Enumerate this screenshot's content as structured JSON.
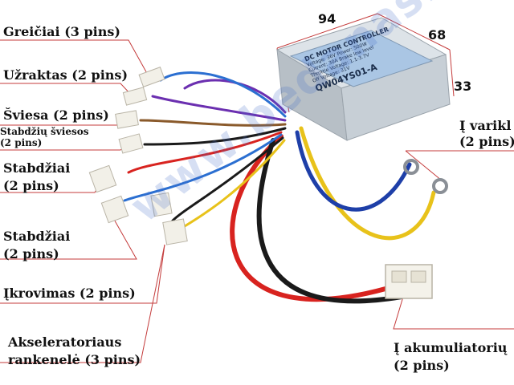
{
  "labels": {
    "speed": "Greičiai (3 pins)",
    "lock": "Užraktas (2 pins)",
    "light": "Šviesa (2 pins)",
    "brake_light_1": "Stabdžių šviesos",
    "brake_light_2": "(2 pins)",
    "brake1_1": "Stabdžiai",
    "brake1_2": "(2 pins)",
    "brake2_1": "Stabdžiai",
    "brake2_2": "(2 pins)",
    "charging": "Įkrovimas (2 pins)",
    "throttle_1": "Akseleratoriaus",
    "throttle_2": "rankenelė (3 pins)",
    "motor_1": "Į varikl",
    "motor_2": "(2 pins)",
    "battery_1": "Į akumuliatorių",
    "battery_2": "(2 pins)"
  },
  "dimensions": {
    "length": "94",
    "width": "68",
    "height": "33"
  },
  "controller": {
    "title": "DC MOTOR CONTROLLER",
    "line1": "Voltage: 36V    Power: 500W",
    "line2": "Current: 30A    Brake low level",
    "line3": "Throttle Voltage: 1.1-3.7V",
    "line4": "Off Voltage: 31V",
    "model": "QW04YS01-A"
  },
  "watermark": "www.bedanas.lt",
  "colors": {
    "red": "#d8231f",
    "yellow": "#e8c21a",
    "blue": "#1e3fa8",
    "black": "#1a1a1a",
    "purple": "#6b2fb0",
    "aluminium": "#c7cfd6",
    "label_sticker": "#aac6e4"
  }
}
